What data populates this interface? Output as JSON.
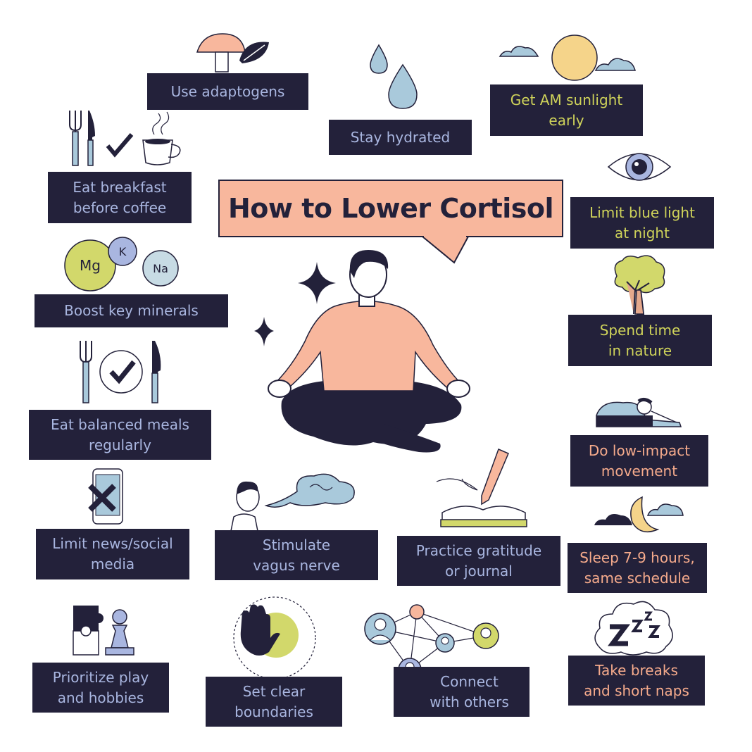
{
  "title": "How to Lower Cortisol",
  "colors": {
    "dark": "#23213a",
    "blue_text": "#a9b6e0",
    "lime_text": "#cfd35a",
    "peach_text": "#f6ab8c",
    "peach": "#f8b79d",
    "blue": "#a9c9db",
    "lime": "#d2d86b"
  },
  "tips": {
    "adaptogens": "Use adaptogens",
    "hydrated": "Stay hydrated",
    "sunlight": "Get AM sunlight\nearly",
    "breakfast": "Eat breakfast\nbefore coffee",
    "blue_light": "Limit blue light\nat night",
    "minerals": "Boost key minerals",
    "nature": "Spend time\nin nature",
    "balanced": "Eat balanced meals\nregularly",
    "movement": "Do low-impact\nmovement",
    "news": "Limit news/social\nmedia",
    "vagus": "Stimulate\nvagus nerve",
    "gratitude": "Practice gratitude\nor journal",
    "sleep": "Sleep 7-9 hours,\nsame schedule",
    "play": "Prioritize play\nand hobbies",
    "boundaries": "Set clear\nboundaries",
    "connect": "Connect\nwith others",
    "breaks": "Take breaks\nand short naps"
  },
  "minerals": {
    "mg": "Mg",
    "k": "K",
    "na": "Na"
  },
  "icons": [
    "mushroom-leaf-icon",
    "water-drops-icon",
    "sun-clouds-icon",
    "cutlery-coffee-icon",
    "eye-icon",
    "minerals-icon",
    "tree-icon",
    "plate-cutlery-icon",
    "stretch-icon",
    "phone-x-icon",
    "breath-cloud-icon",
    "book-pencil-icon",
    "moon-clouds-icon",
    "puzzle-chess-icon",
    "hand-stop-icon",
    "network-people-icon",
    "sleep-cloud-icon"
  ]
}
